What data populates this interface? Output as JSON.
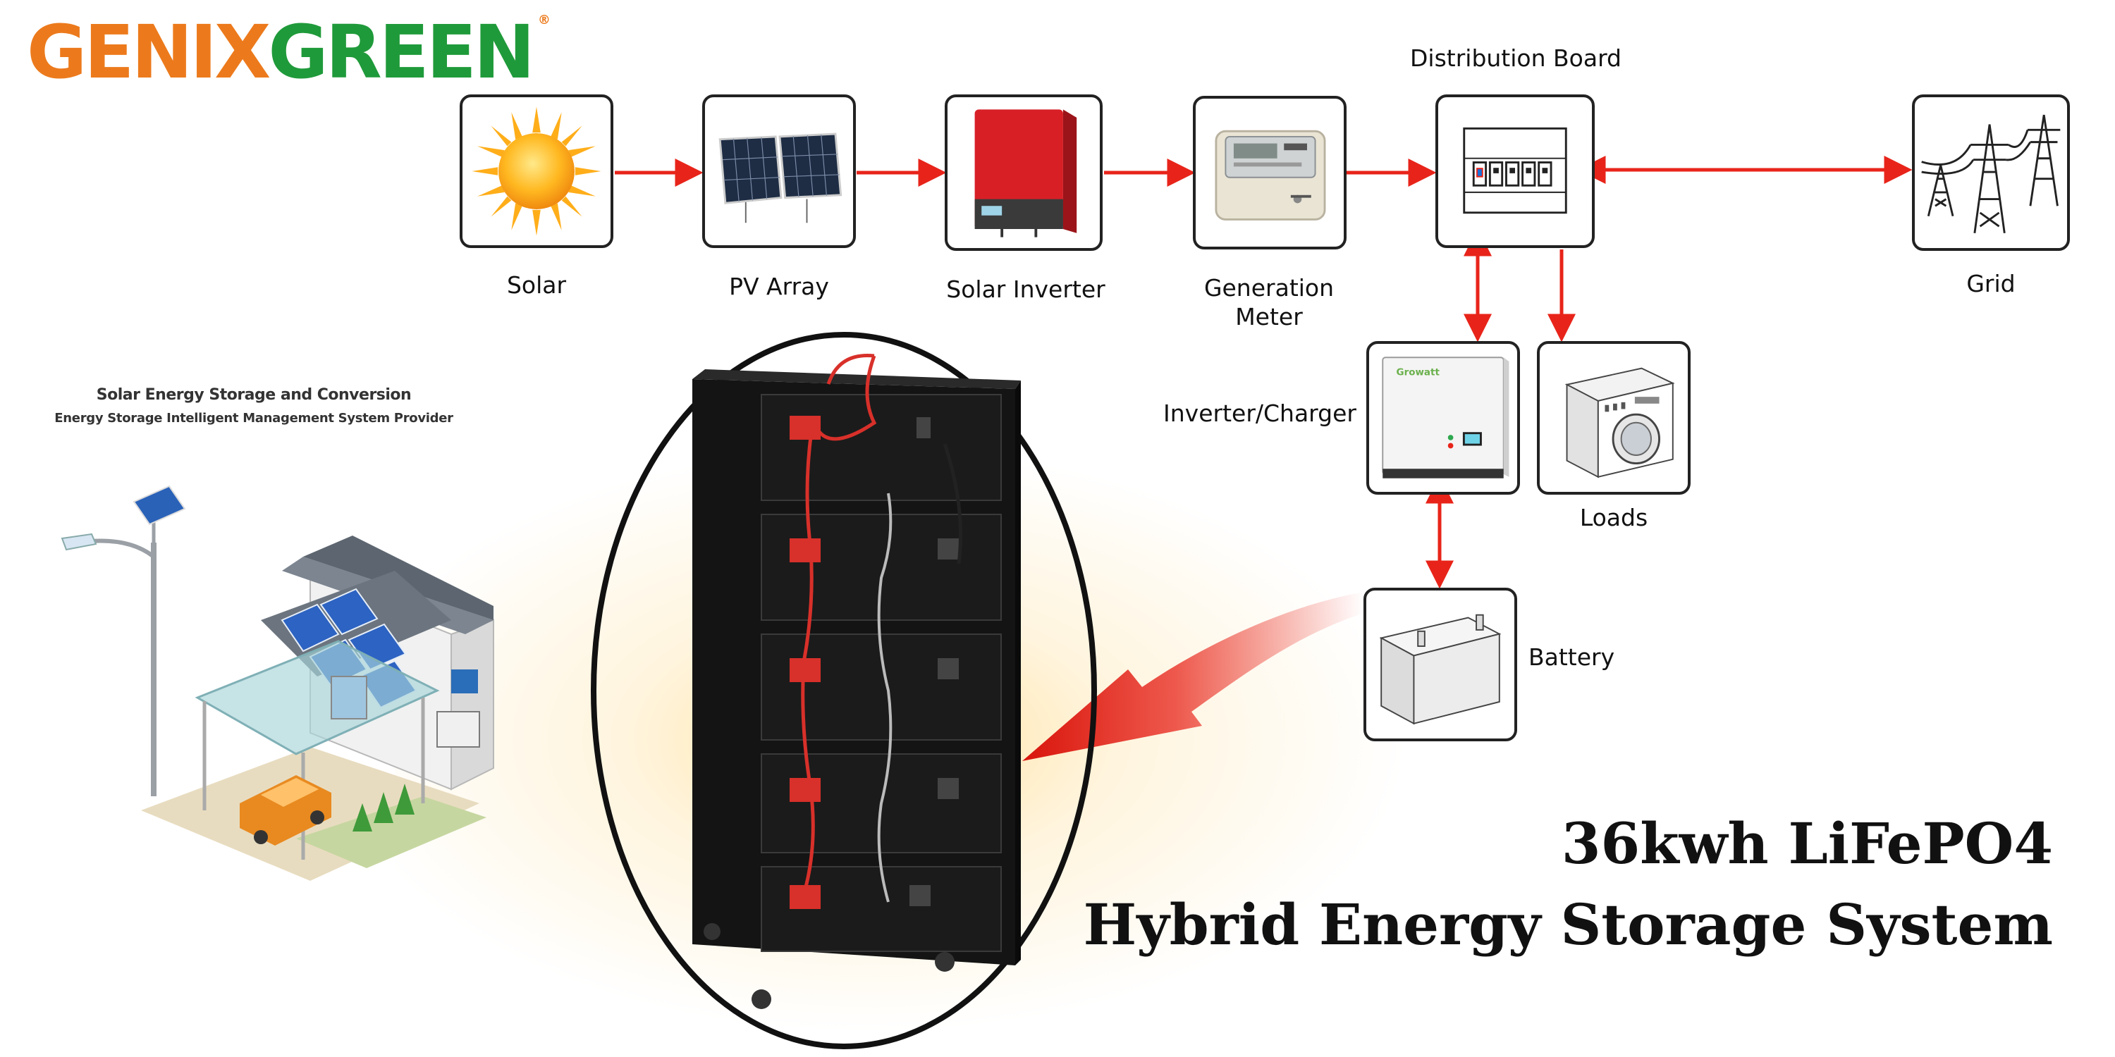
{
  "brand": {
    "name_part1": "GENIX",
    "name_part2": "GREEN",
    "registered": "®"
  },
  "colors": {
    "brand_orange": "#ec7a1c",
    "brand_green": "#1f9a3a",
    "arrow_red": "#e8241a",
    "box_border": "#222222"
  },
  "diagram": {
    "nodes": [
      {
        "id": "solar",
        "label": "Solar",
        "icon": "sun-icon"
      },
      {
        "id": "pv-array",
        "label": "PV Array",
        "icon": "solar-panels-icon"
      },
      {
        "id": "solar-inverter",
        "label": "Solar Inverter",
        "icon": "inverter-icon"
      },
      {
        "id": "generation-meter",
        "label_line1": "Generation",
        "label_line2": "Meter",
        "icon": "meter-icon"
      },
      {
        "id": "distribution-board",
        "label": "Distribution Board",
        "icon": "breaker-panel-icon"
      },
      {
        "id": "grid",
        "label": "Grid",
        "icon": "power-tower-icon"
      },
      {
        "id": "inverter-charger",
        "label": "Inverter/Charger",
        "icon": "hybrid-inverter-icon",
        "brand_text": "Growatt"
      },
      {
        "id": "loads",
        "label": "Loads",
        "icon": "washing-machine-icon"
      },
      {
        "id": "battery",
        "label": "Battery",
        "icon": "battery-icon"
      }
    ],
    "flows": [
      {
        "from": "solar",
        "to": "pv-array",
        "direction": "one-way"
      },
      {
        "from": "pv-array",
        "to": "solar-inverter",
        "direction": "one-way"
      },
      {
        "from": "solar-inverter",
        "to": "generation-meter",
        "direction": "one-way"
      },
      {
        "from": "generation-meter",
        "to": "distribution-board",
        "direction": "one-way"
      },
      {
        "from": "distribution-board",
        "to": "grid",
        "direction": "two-way"
      },
      {
        "from": "distribution-board",
        "to": "inverter-charger",
        "direction": "two-way"
      },
      {
        "from": "distribution-board",
        "to": "loads",
        "direction": "one-way"
      },
      {
        "from": "inverter-charger",
        "to": "battery",
        "direction": "two-way"
      }
    ]
  },
  "side_panel": {
    "title": "Solar Energy Storage and Conversion",
    "subtitle": "Energy Storage Intelligent Management System Provider",
    "illustration": "solar-house-illustration"
  },
  "product": {
    "headline_line1": "36kwh LiFePO4",
    "headline_line2": "Hybrid Energy Storage System",
    "image": "battery-rack-cabinet",
    "module_count": 5
  }
}
